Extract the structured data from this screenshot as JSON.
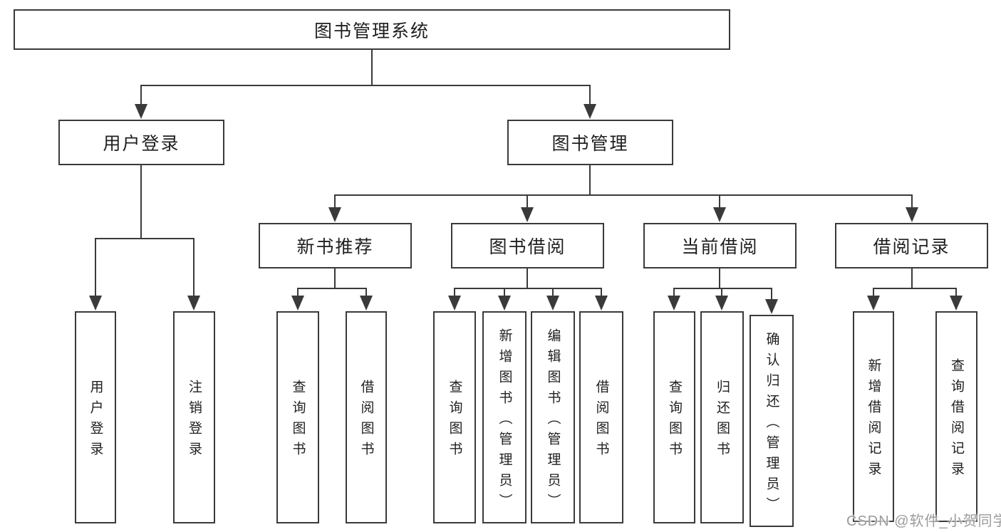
{
  "colors": {
    "line": "#3a3a3a",
    "text": "#1f1f1f",
    "box_bg": "#ffffff",
    "watermark": "#9b9b9b"
  },
  "tree": {
    "root": "图书管理系统",
    "user_login": {
      "label": "用户登录",
      "children": [
        "用户登录",
        "注销登录"
      ]
    },
    "book_mgmt": {
      "label": "图书管理",
      "children": [
        {
          "label": "新书推荐",
          "children": [
            "查询图书",
            "借阅图书"
          ]
        },
        {
          "label": "图书借阅",
          "children": [
            "查询图书",
            "新增图书（管理员）",
            "编辑图书（管理员）",
            "借阅图书"
          ]
        },
        {
          "label": "当前借阅",
          "children": [
            "查询图书",
            "归还图书",
            "确认归还（管理员）"
          ]
        },
        {
          "label": "借阅记录",
          "children": [
            "新增借阅记录",
            "查询借阅记录"
          ]
        }
      ]
    }
  },
  "watermark": {
    "text": "CSDN @软件_小贺同学"
  }
}
